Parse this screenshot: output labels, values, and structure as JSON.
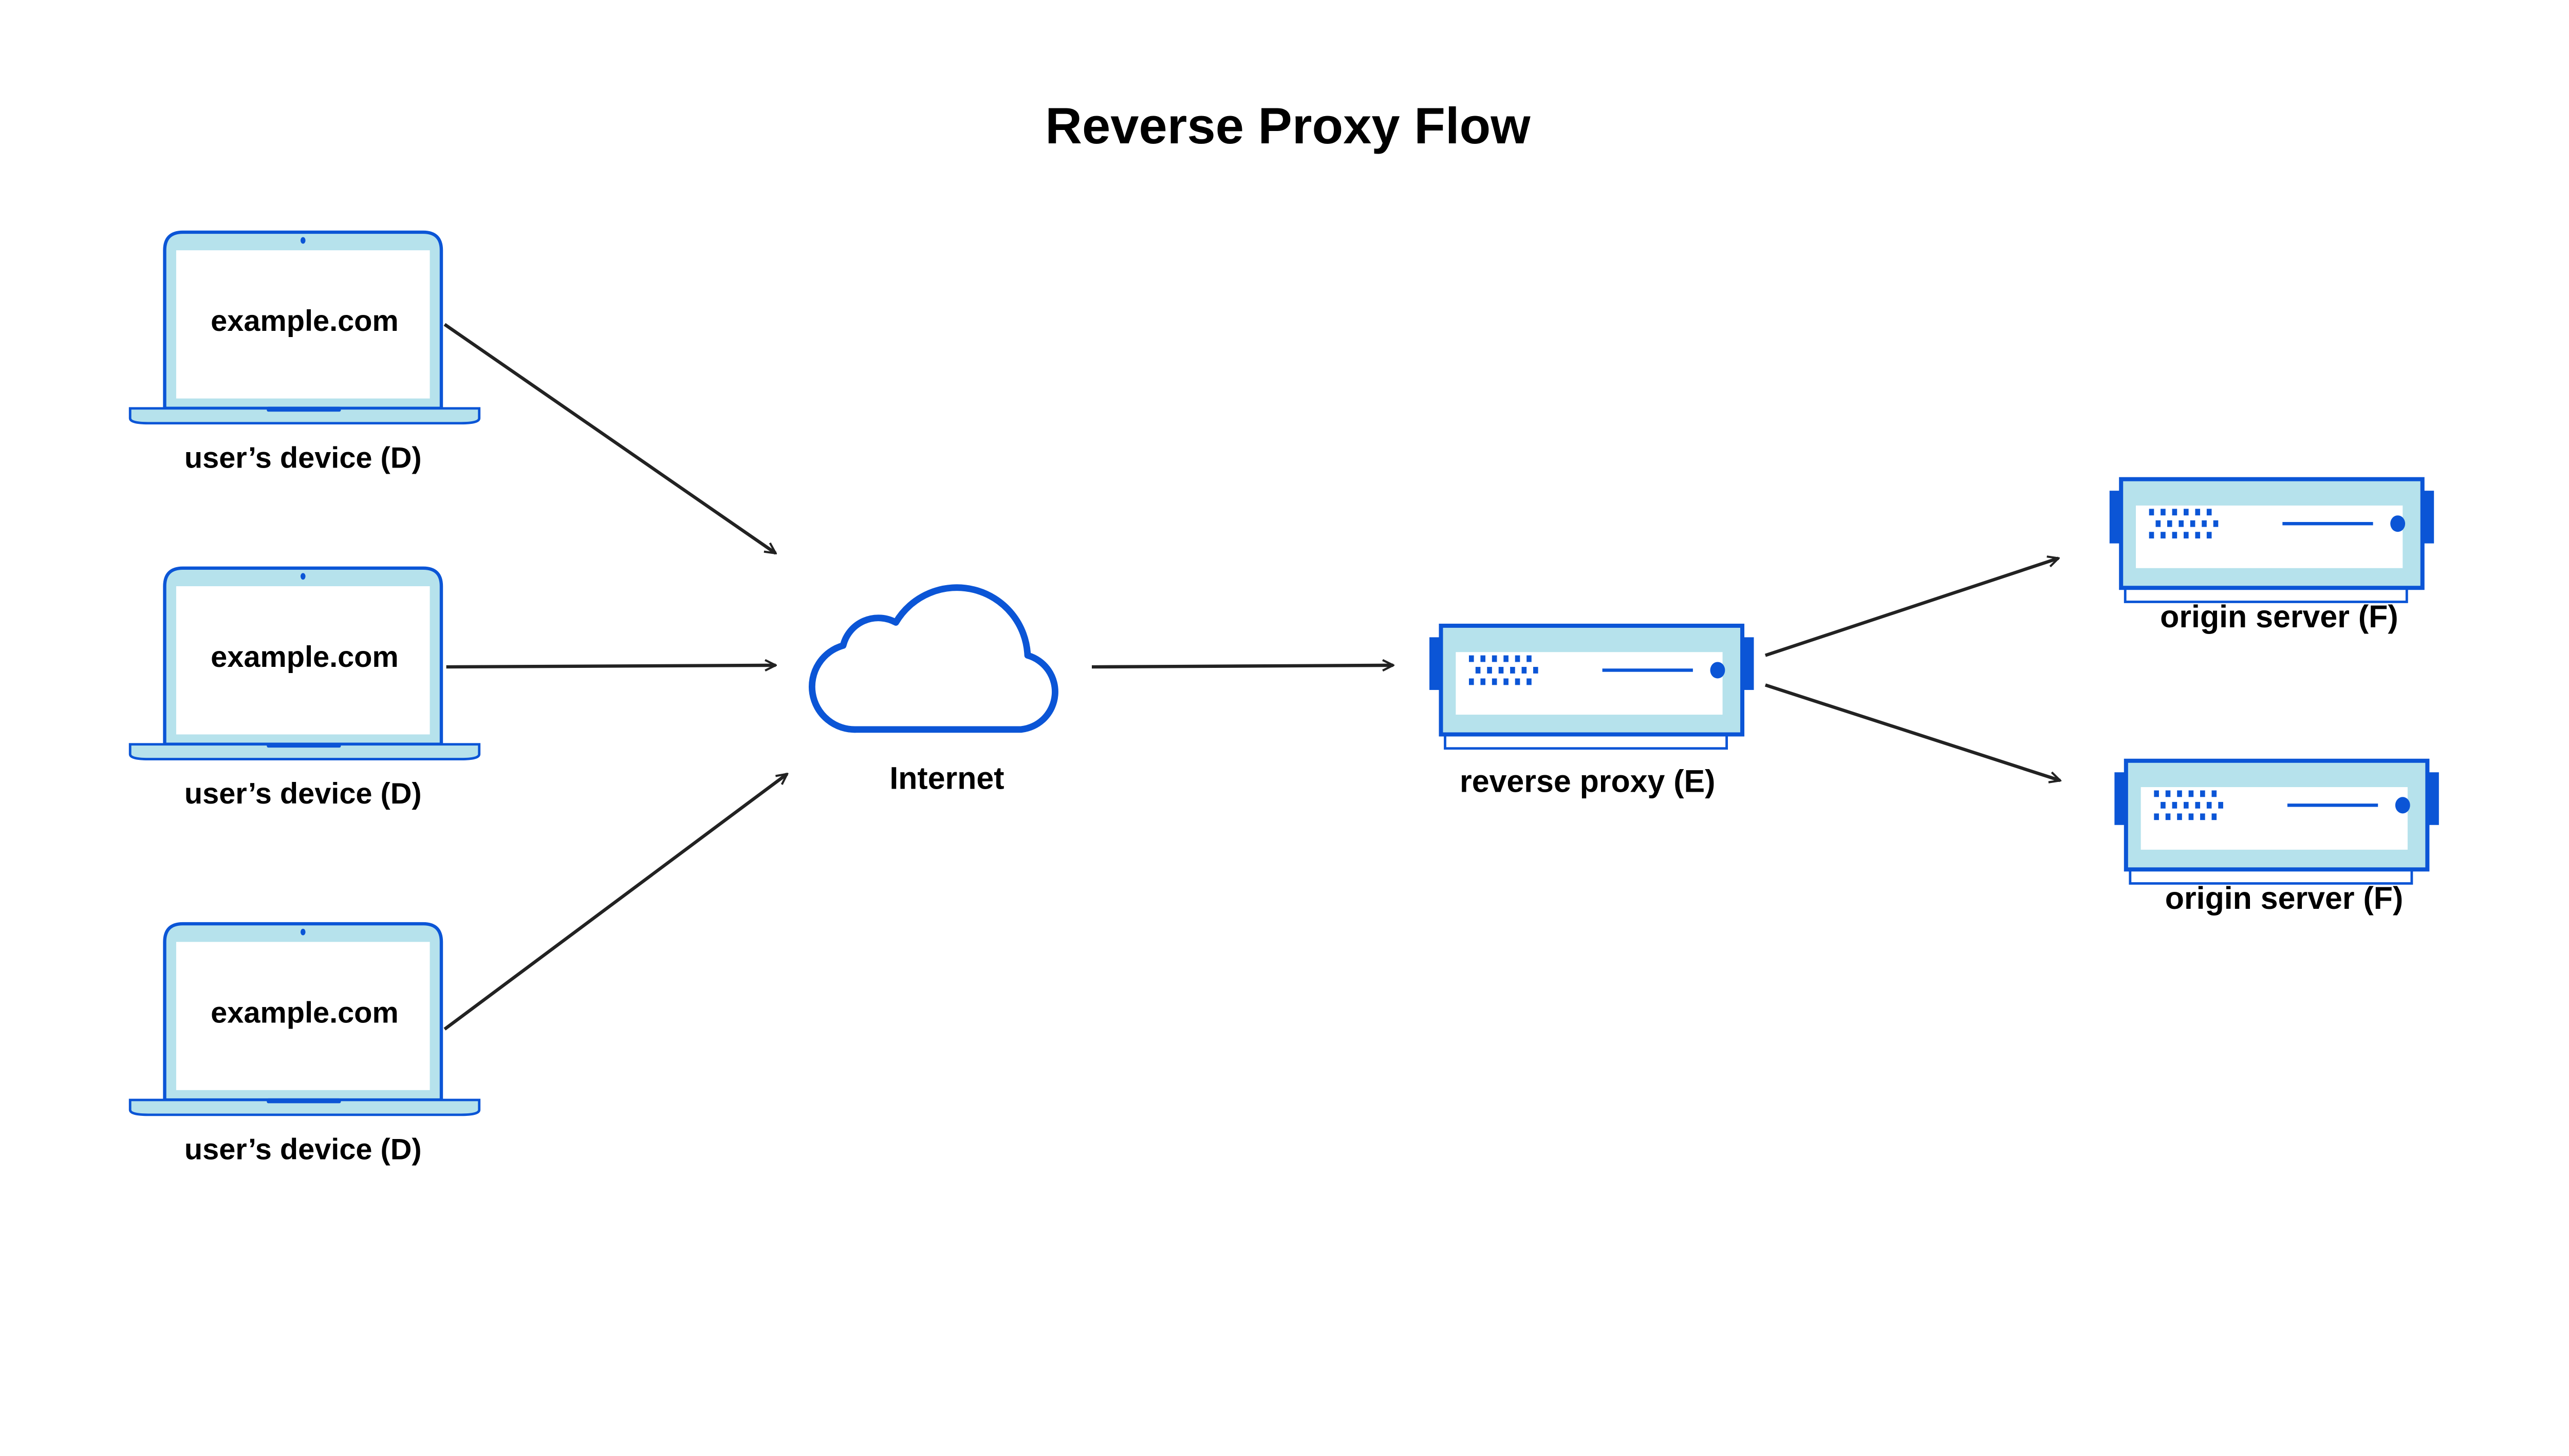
{
  "title": "Reverse Proxy Flow",
  "colors": {
    "stroke_blue": "#0B55D6",
    "fill_light": "#B6E2EC",
    "arrow": "#222222"
  },
  "devices": [
    {
      "screen_text": "example.com",
      "label": "user’s device (D)",
      "icon": "laptop-icon"
    },
    {
      "screen_text": "example.com",
      "label": "user’s device (D)",
      "icon": "laptop-icon"
    },
    {
      "screen_text": "example.com",
      "label": "user’s device (D)",
      "icon": "laptop-icon"
    }
  ],
  "internet": {
    "label": "Internet",
    "icon": "cloud-icon"
  },
  "proxy": {
    "label": "reverse proxy (E)",
    "icon": "server-icon"
  },
  "origins": [
    {
      "label": "origin server (F)",
      "icon": "server-icon"
    },
    {
      "label": "origin server (F)",
      "icon": "server-icon"
    }
  ]
}
